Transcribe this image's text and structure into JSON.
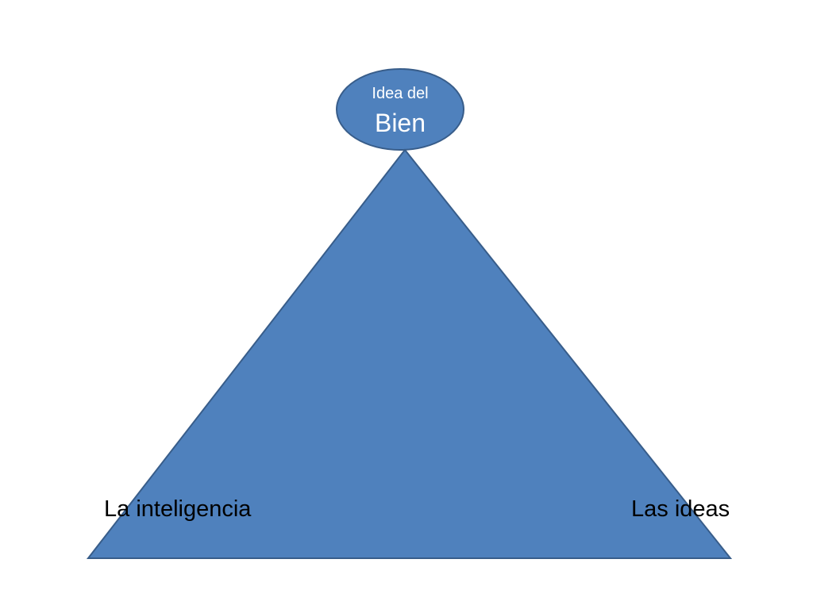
{
  "diagram": {
    "top_node": {
      "line1": "Idea del",
      "line2": "Bien"
    },
    "base_left_label": "La inteligencia",
    "base_right_label": "Las ideas"
  },
  "colors": {
    "shape_fill": "#4f81bd",
    "shape_stroke": "#385d8a",
    "label_text": "#000000",
    "node_text": "#ffffff"
  }
}
